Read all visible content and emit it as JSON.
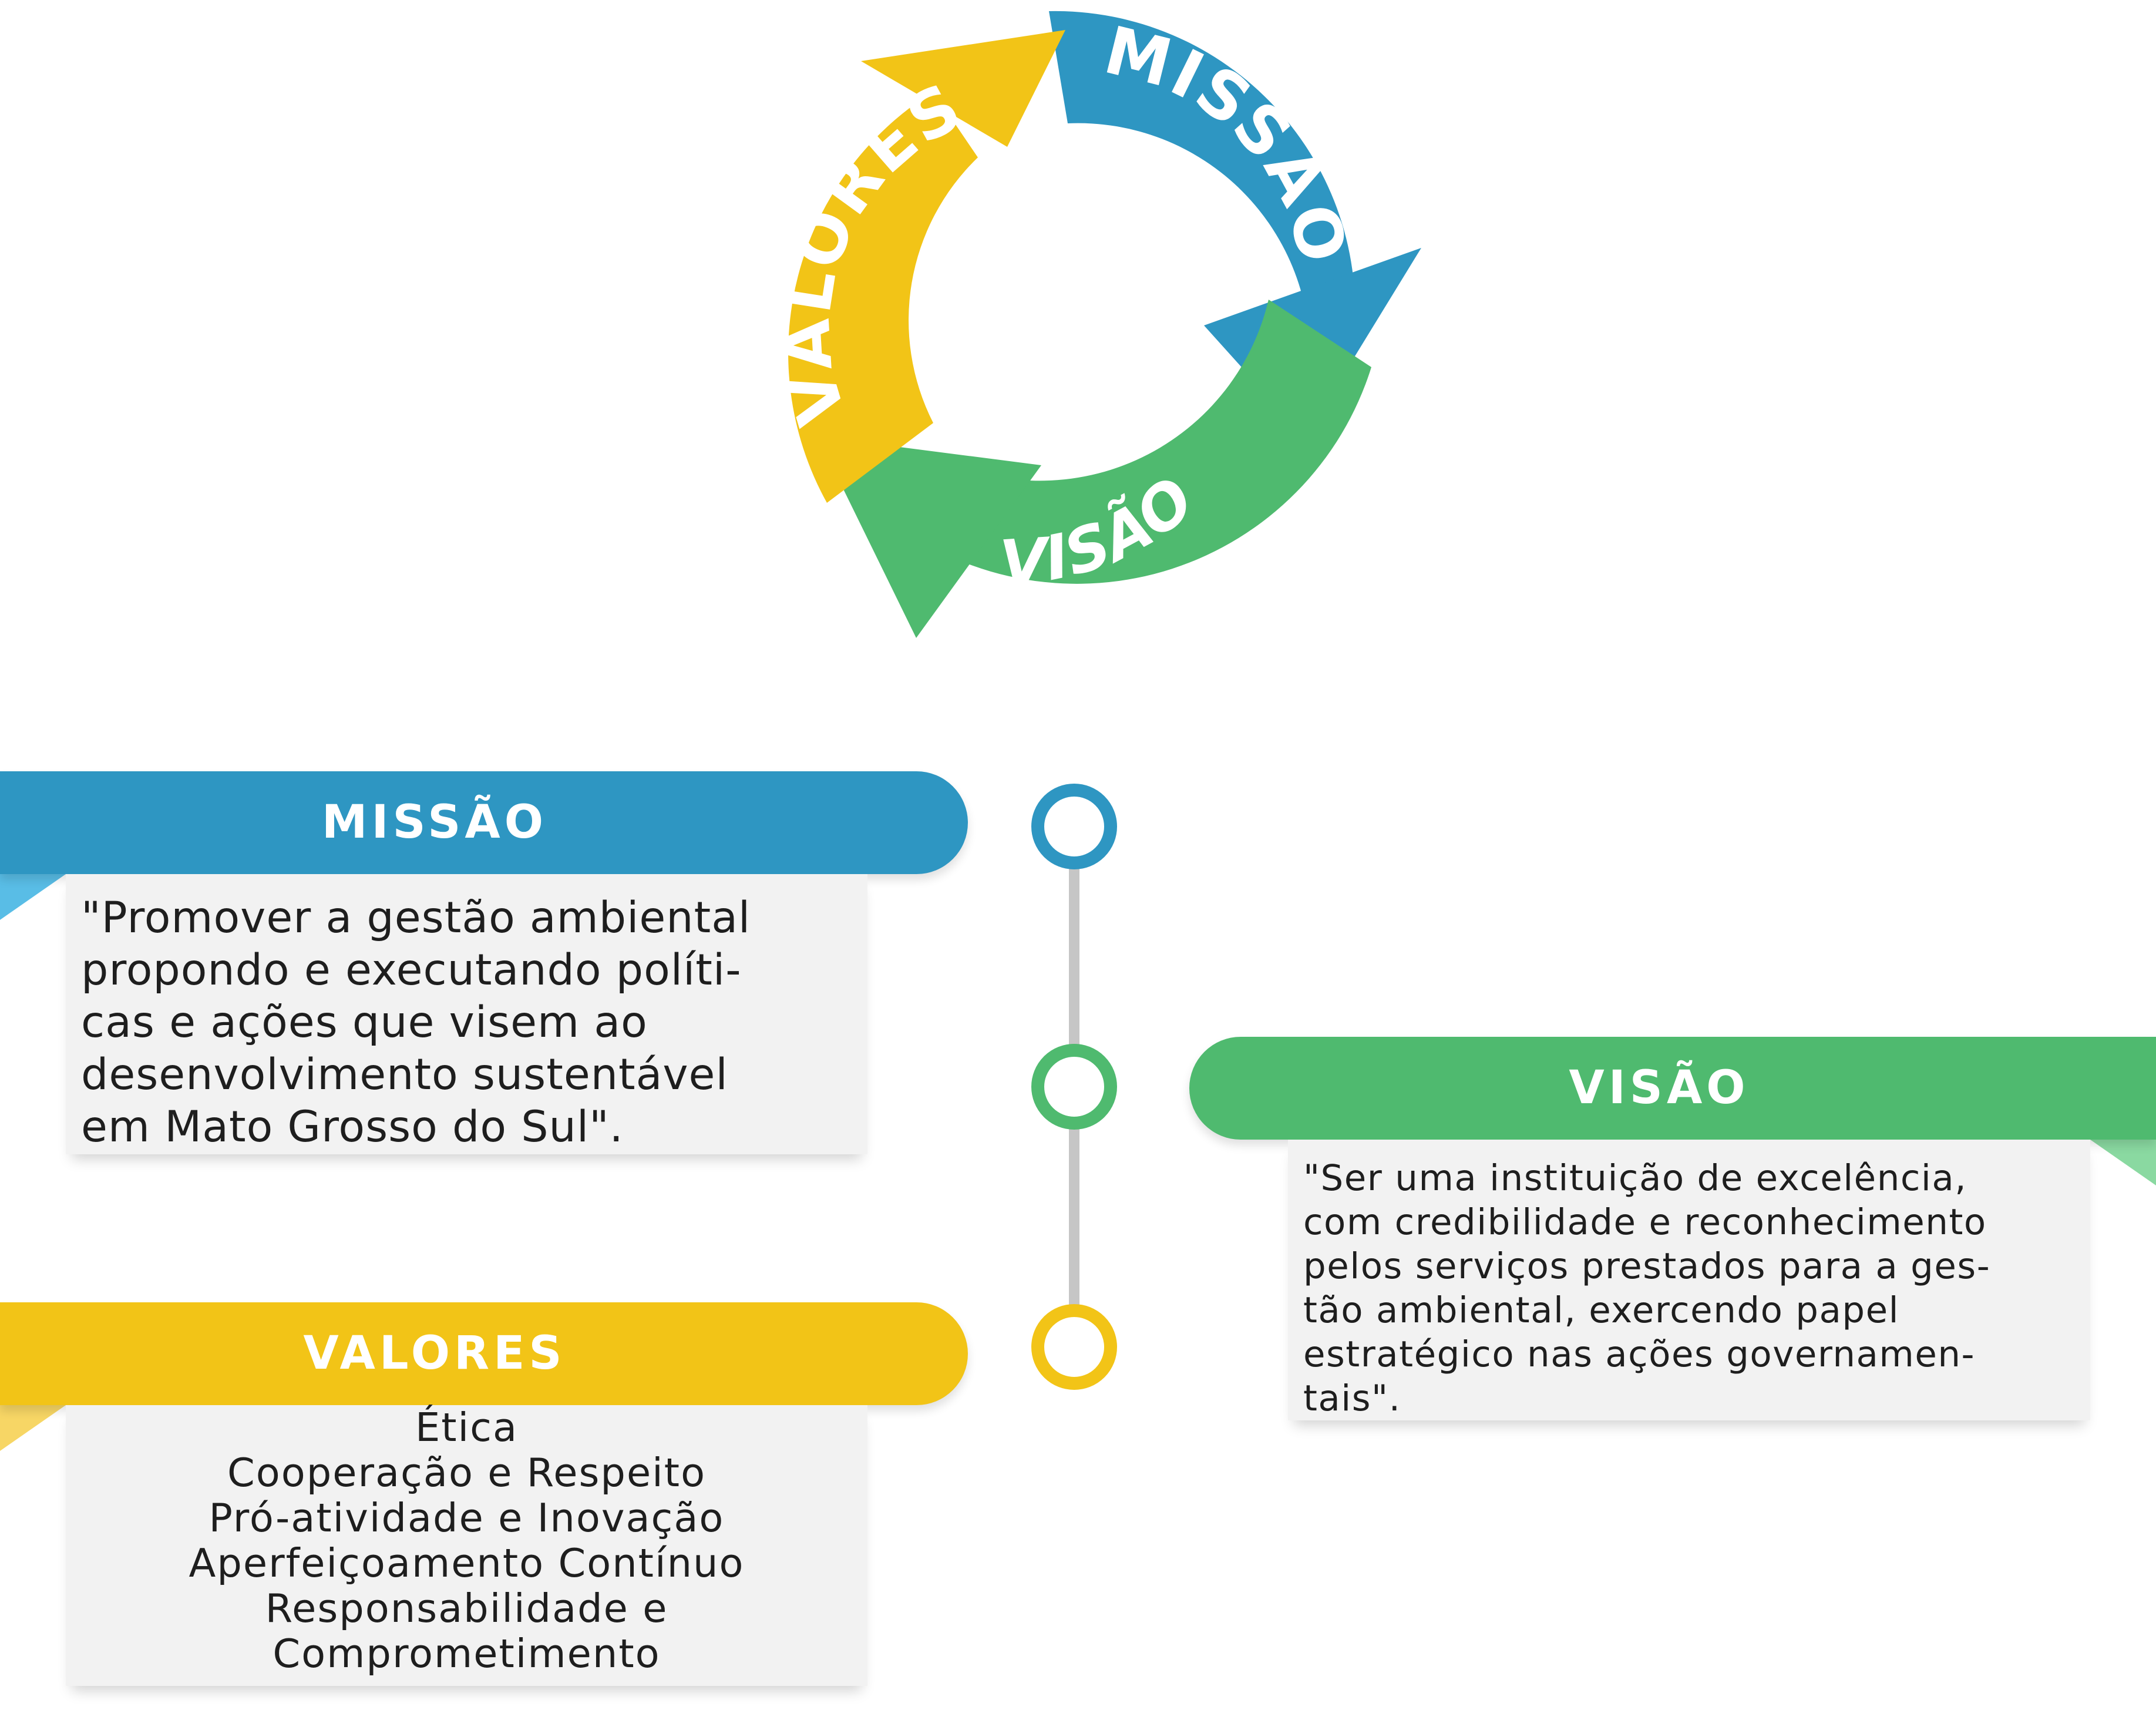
{
  "cycle": {
    "labels": [
      "MISSÃO",
      "VISÃO",
      "VALORES"
    ],
    "colors": {
      "missao": "#2e96c2",
      "visao": "#4fba6f",
      "valores": "#f2c417"
    }
  },
  "missao": {
    "title": "MISSÃO",
    "text_lines": [
      "\"Promover a gestão ambiental",
      "propondo e executando políti-",
      "cas e ações que visem ao",
      "desenvolvimento sustentável",
      "em Mato Grosso do Sul\"."
    ]
  },
  "visao": {
    "title": "VISÃO",
    "text_lines": [
      "\"Ser uma instituição de excelência,",
      "com credibilidade e reconhecimento",
      "pelos serviços prestados para a ges-",
      "tão ambiental, exercendo papel",
      "estratégico nas ações governamen-",
      "tais\"."
    ]
  },
  "valores": {
    "title": "VALORES",
    "items": [
      "Ética",
      "Cooperação e Respeito",
      "Pró-atividade e Inovação",
      "Aperfeiçoamento Contínuo",
      "Responsabilidade e",
      "Comprometimento"
    ]
  }
}
